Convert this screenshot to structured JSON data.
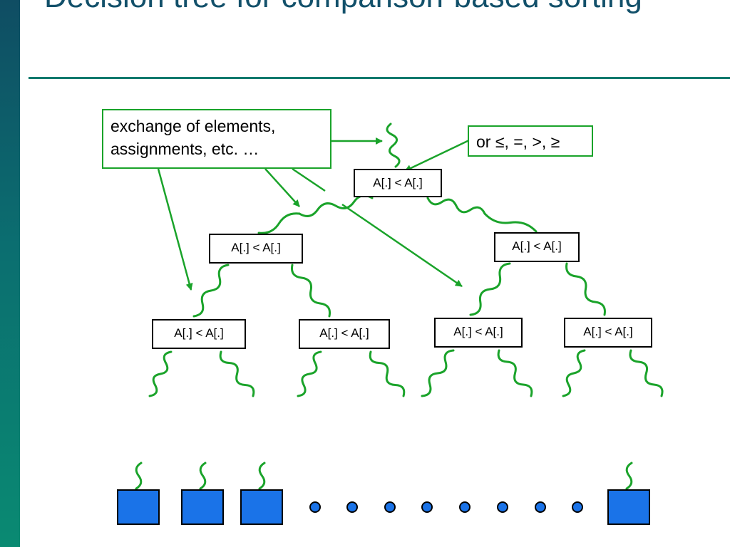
{
  "title": "Decision tree for comparison-based sorting",
  "annotations": {
    "exchange_line1": "exchange of elements,",
    "exchange_line2": "assignments, etc. …",
    "operators": "or ≤, =, >, ≥"
  },
  "nodes": {
    "root": "A[.] < A[.]",
    "level1_left": "A[.] < A[.]",
    "level1_right": "A[.] < A[.]",
    "level2_1": "A[.] < A[.]",
    "level2_2": "A[.] < A[.]",
    "level2_3": "A[.] < A[.]",
    "level2_4": "A[.] < A[.]"
  },
  "colors": {
    "title": "#12506a",
    "rule": "#0d7a6e",
    "arrow": "#1aa32a",
    "squiggle": "#1aa32a",
    "leaf_fill": "#1a73e8",
    "dot_fill": "#1a73e8"
  },
  "leaves": {
    "count": 4,
    "dot_count": 8
  }
}
